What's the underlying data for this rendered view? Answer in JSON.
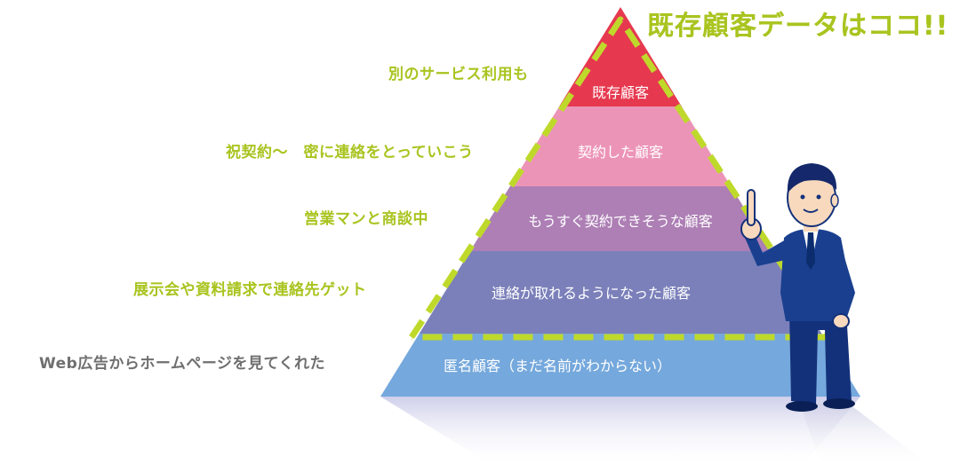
{
  "diagram": {
    "callout": "既存顧客データはココ!!",
    "layers": [
      {
        "label": "既存顧客",
        "color": "#e6394f"
      },
      {
        "label": "契約した顧客",
        "color": "#ec94b8"
      },
      {
        "label": "もうすぐ契約できそうな顧客",
        "color": "#ad7fb5"
      },
      {
        "label": "連絡が取れるようになった顧客",
        "color": "#7b80ba"
      },
      {
        "label": "匿名顧客（まだ名前がわからない）",
        "color": "#75a8dc"
      }
    ],
    "notes": [
      {
        "text": "別のサービス利用も",
        "color": "green"
      },
      {
        "text": "祝契約〜　密に連絡をとっていこう",
        "color": "green"
      },
      {
        "text": "営業マンと商談中",
        "color": "green"
      },
      {
        "text": "展示会や資料請求で連絡先ゲット",
        "color": "green"
      },
      {
        "text": "Web広告からホームページを見てくれた",
        "color": "gray"
      }
    ],
    "dashed_outline_color": "#bfd92b",
    "figure": "businessman-pointing"
  }
}
